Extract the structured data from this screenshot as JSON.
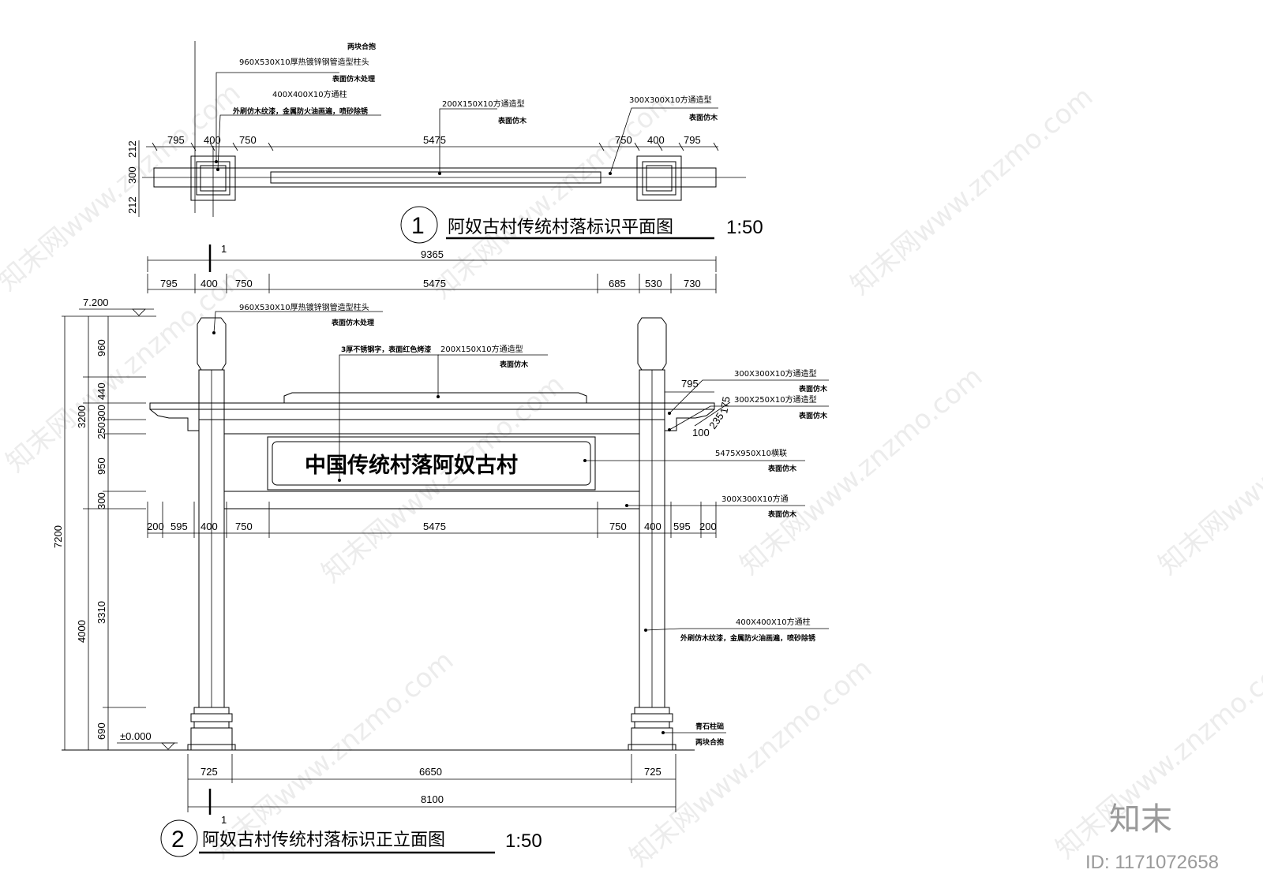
{
  "plan": {
    "notes": {
      "n1": "两块合抱",
      "n2": "960X530X10厚热镀锌钢管造型柱头",
      "n3": "表面仿木处理",
      "n4": "400X400X10方通柱",
      "n5": "外刷仿木纹漆，金属防火油画遍，喷砂除锈",
      "n6": "200X150X10方通造型",
      "n7": "表面仿木",
      "n8": "300X300X10方通造型",
      "n9": "表面仿木"
    },
    "dims": [
      "795",
      "400",
      "750",
      "5475",
      "750",
      "400",
      "795"
    ],
    "vdims": [
      "212",
      "300",
      "212"
    ],
    "title_num": "1",
    "title": "阿奴古村传统村落标识平面图",
    "scale": "1:50"
  },
  "elev": {
    "section_mark": "1",
    "total_top": "9365",
    "top_dims": [
      "795",
      "400",
      "750",
      "5475",
      "685",
      "530",
      "730"
    ],
    "level_top": "7.200",
    "level_zero": "±0.000",
    "mid_dims": [
      "200",
      "595",
      "400",
      "750",
      "5475",
      "750",
      "400",
      "595",
      "200"
    ],
    "bottom_dims": [
      "725",
      "6650",
      "725"
    ],
    "total_bottom": "8100",
    "left_dims": [
      "960",
      "440",
      "300",
      "250",
      "950",
      "300",
      "3310",
      "690"
    ],
    "left_totals": [
      "3200",
      "4000",
      "7200"
    ],
    "small_dims": [
      "795",
      "175",
      "235",
      "100"
    ],
    "sign_text": "中国传统村落阿奴古村",
    "notes": {
      "cap1": "960X530X10厚热镀锌钢管造型柱头",
      "cap2": "表面仿木处理",
      "steel": "3厚不锈钢字，表面红色烤漆",
      "beam1": "200X150X10方通造型",
      "beam2": "表面仿木",
      "r1a": "300X300X10方通造型",
      "r1b": "表面仿木",
      "r2a": "300X250X10方通造型",
      "r2b": "表面仿木",
      "r3a": "5475X950X10横联",
      "r3b": "表面仿木",
      "r4a": "300X300X10方通",
      "r4b": "表面仿木",
      "col1": "400X400X10方通柱",
      "col2": "外刷仿木纹漆，金属防火油画遍，喷砂除锈",
      "base1": "青石柱础",
      "base2": "两块合抱"
    },
    "title_num": "2",
    "title": "阿奴古村传统村落标识正立面图",
    "scale": "1:50"
  },
  "watermarks": {
    "text": "知末网www.znzmo.com"
  },
  "logo": {
    "name": "知末",
    "id": "ID: 1171072658"
  }
}
